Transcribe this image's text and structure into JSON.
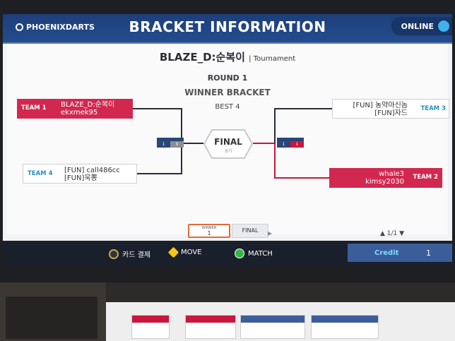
{
  "header": {
    "logo_text": "PHOENIXDARTS",
    "title": "BRACKET INFORMATION",
    "status": "ONLINE"
  },
  "tournament": {
    "name": "BLAZE_D:순복이",
    "type": "| Tournament",
    "round": "ROUND 1",
    "bracket": "WINNER BRACKET",
    "best": "BEST 4"
  },
  "teams": [
    {
      "label": "TEAM 1",
      "player1": "BLAZE_D:순복이",
      "player2": "ekxmek95"
    },
    {
      "label": "TEAM 4",
      "player1": "[FUN] call486cc",
      "player2": "[FUN]욱뽕"
    },
    {
      "label": "TEAM 3",
      "player1": "[FUN] 농약마신놈",
      "player2": "[FUN]자드"
    },
    {
      "label": "TEAM 2",
      "player1": "whale3",
      "player2": "kimsy2030"
    }
  ],
  "match_left": {
    "top": "1",
    "bottom": "0"
  },
  "match_right": {
    "top": "1",
    "bottom": "1"
  },
  "final": {
    "label": "FINAL",
    "sub": "경기"
  },
  "tabs": {
    "winner_label": "WINNER",
    "winner_value": "1",
    "final_label": "FINAL"
  },
  "pager": "▲ 1/1 ▼",
  "footer": {
    "card": "카드 결제",
    "move": "MOVE",
    "match": "MATCH",
    "credit_label": "Credit",
    "credit_value": "1"
  },
  "colors": {
    "header": "#1d3f7a",
    "team_red": "#d2284f",
    "line_dark": "#2a2d38",
    "line_red": "#c9163c",
    "footer": "#1a1f2c"
  },
  "icons": [
    "coin-icon",
    "move-dpad-icon",
    "green-button-icon",
    "logo-icon"
  ]
}
